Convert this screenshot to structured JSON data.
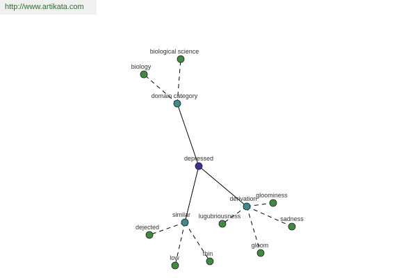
{
  "header": {
    "url": "http://www.artikata.com"
  },
  "colors": {
    "background": "#ffffff",
    "url_bar": "#f0f0f0",
    "url_text": "#2e6e2e",
    "root_node": "#333399",
    "relation_node": "#3d8a8a",
    "leaf_node": "#3f8a3f",
    "edge": "#000000"
  },
  "graph": {
    "root": {
      "label": "depressed"
    },
    "relations": {
      "domain": {
        "label": "domain category"
      },
      "similar": {
        "label": "similar"
      },
      "derivation": {
        "label": "derivation"
      }
    },
    "leaves": {
      "biological_science": {
        "label": "biological science"
      },
      "biology": {
        "label": "biology"
      },
      "dejected": {
        "label": "dejected"
      },
      "low": {
        "label": "low"
      },
      "thin": {
        "label": "thin"
      },
      "gloominess": {
        "label": "gloominess"
      },
      "lugubriousness": {
        "label": "lugubriousness"
      },
      "sadness": {
        "label": "sadness"
      },
      "gloom": {
        "label": "gloom"
      }
    }
  }
}
